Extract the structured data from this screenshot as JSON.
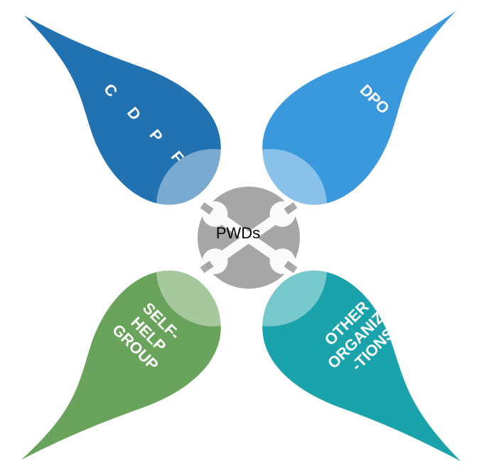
{
  "center": {
    "label": "PWDs",
    "icon": "wrench-cross-icon",
    "color": "#a6a6a6"
  },
  "petals": [
    {
      "position": "top-left",
      "lines": [
        "C",
        "D",
        "P",
        "F"
      ],
      "color": "#2271b0"
    },
    {
      "position": "top-right",
      "lines": [
        "DPO"
      ],
      "color": "#3a98dc"
    },
    {
      "position": "bottom-left",
      "lines": [
        "SELF-",
        "HELP",
        "GROUP"
      ],
      "color": "#6aa35b"
    },
    {
      "position": "bottom-right",
      "lines": [
        "OTHER",
        "ORGANIZA",
        "-TIONS"
      ],
      "color": "#1ba3ab"
    }
  ]
}
